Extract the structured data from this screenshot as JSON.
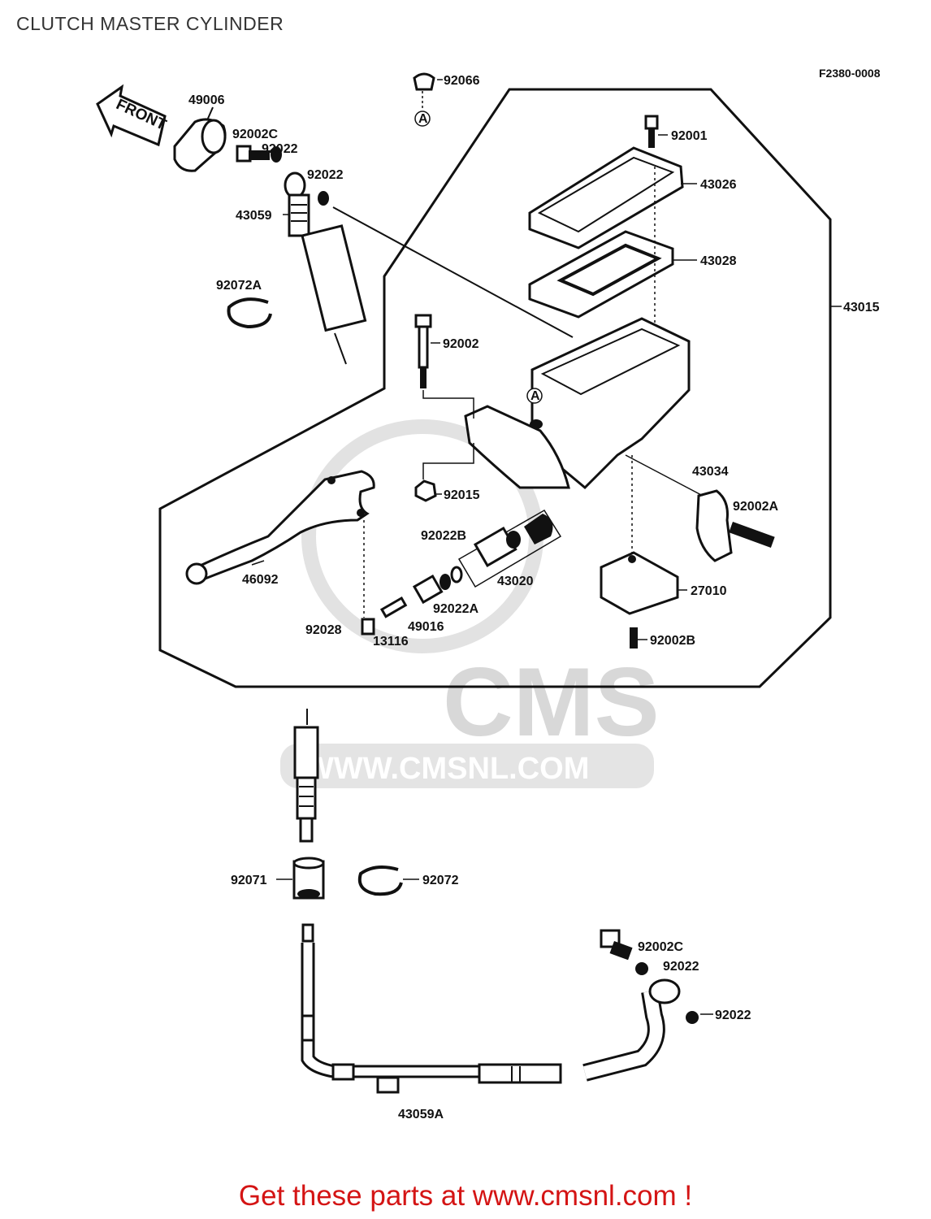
{
  "title": "CLUTCH MASTER CYLINDER",
  "diagram_code": "F2380-0008",
  "front_arrow_text": "FRONT",
  "ref_marker": "A",
  "watermark": {
    "logo_text": "CMS",
    "url_text": "WWW.CMSNL.COM"
  },
  "parts": {
    "p49006": "49006",
    "p92066": "92066",
    "p92002c_top": "92002C",
    "p92022_top1": "92022",
    "p92022_top2": "92022",
    "p43059": "43059",
    "p92072a": "92072A",
    "p92001": "92001",
    "p43026": "43026",
    "p43028": "43028",
    "p43015": "43015",
    "p92002": "92002",
    "p92015": "92015",
    "p43034": "43034",
    "p92002a": "92002A",
    "p46092": "46092",
    "p92022b": "92022B",
    "p43020": "43020",
    "p27010": "27010",
    "p92022a": "92022A",
    "p49016": "49016",
    "p92028": "92028",
    "p13116": "13116",
    "p92002b": "92002B",
    "p92071": "92071",
    "p92072": "92072",
    "p92002c_bottom": "92002C",
    "p92022_bottom1": "92022",
    "p92022_bottom2": "92022",
    "p43059a": "43059A"
  },
  "footer": "Get these parts at www.cmsnl.com !",
  "colors": {
    "footer_text": "#d41414",
    "line": "#111111",
    "watermark": "#d8d8d8"
  }
}
